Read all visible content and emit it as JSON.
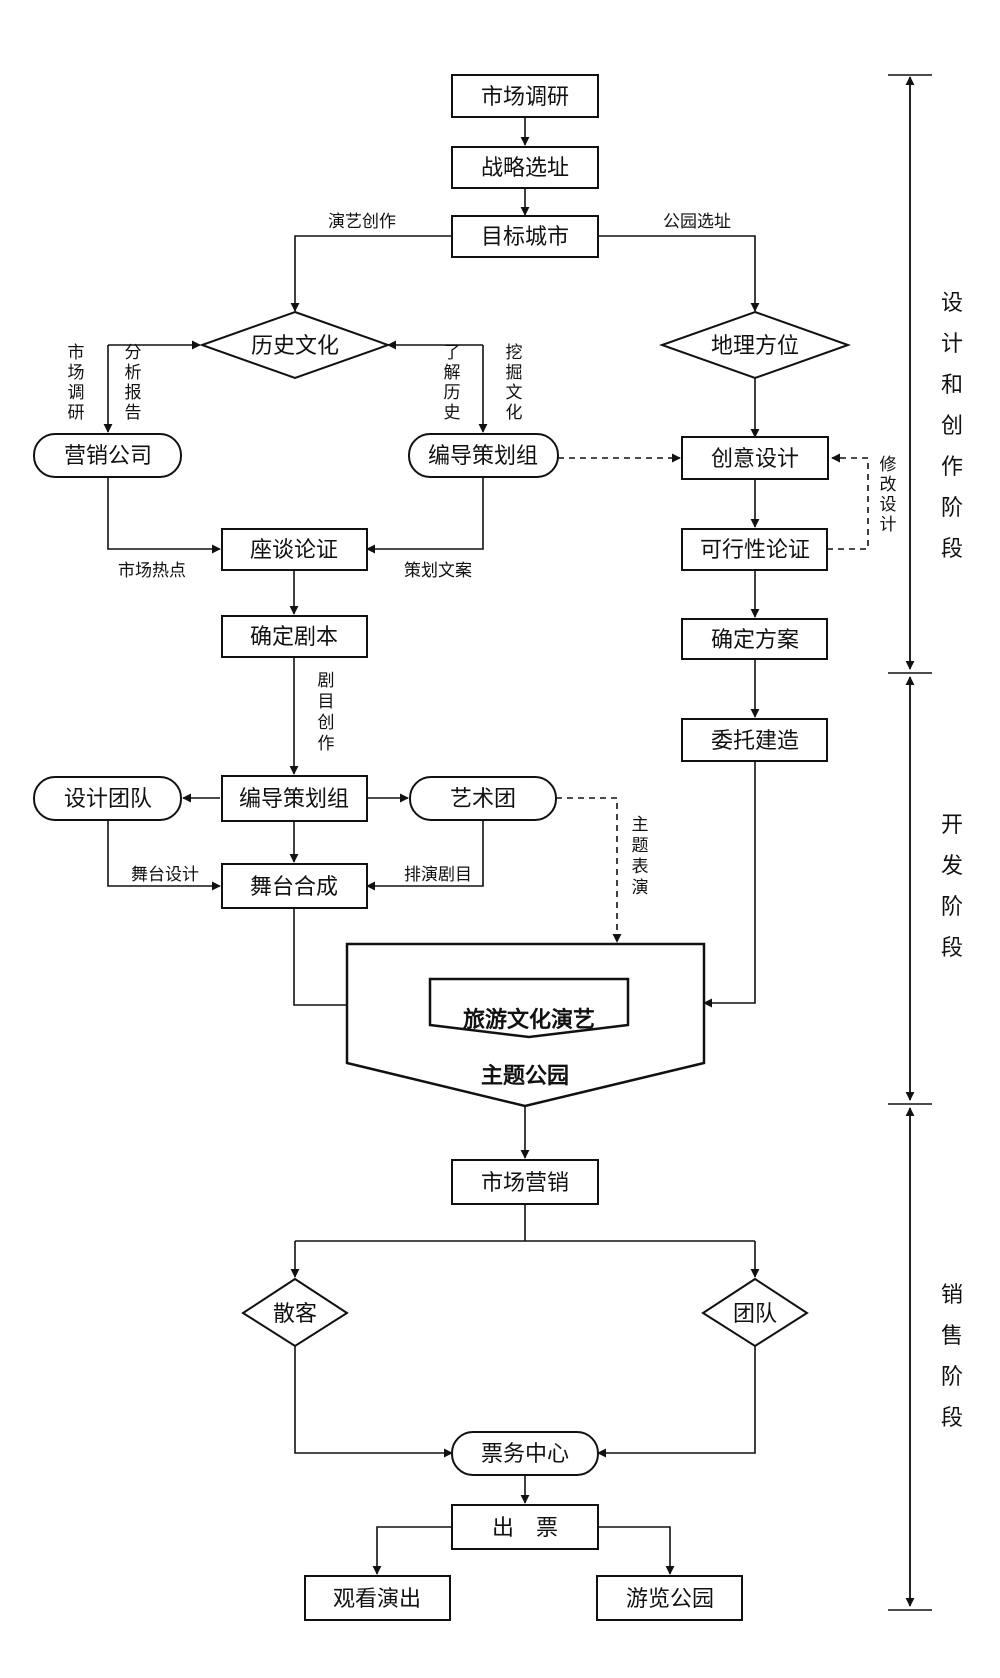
{
  "nodes": {
    "market_research": "市场调研",
    "strategic_site": "战略选址",
    "target_city": "目标城市",
    "history_culture": "历史文化",
    "geo_location": "地理方位",
    "marketing_company": "营销公司",
    "planning_group_1": "编导策划组",
    "creative_design": "创意设计",
    "seminar": "座谈论证",
    "feasibility": "可行性论证",
    "confirm_script": "确定剧本",
    "confirm_plan": "确定方案",
    "entrust_build": "委托建造",
    "design_team": "设计团队",
    "planning_group_2": "编导策划组",
    "art_troupe": "艺术团",
    "stage_synthesis": "舞台合成",
    "tourism_show": "旅游文化演艺",
    "theme_park": "主题公园",
    "marketing": "市场营销",
    "individual": "散客",
    "group": "团队",
    "ticket_center": "票务中心",
    "ticketing": "出　票",
    "watch_show": "观看演出",
    "visit_park": "游览公园"
  },
  "labels": {
    "art_creation": "演艺创作",
    "park_site": "公园选址",
    "market_research_v": "市场调研",
    "analysis_report_v": "分析报告",
    "understand_history_v": "了解历史",
    "explore_culture_v": "挖掘文化",
    "revise_design_v": "修改设计",
    "market_hotspot": "市场热点",
    "planning_doc": "策划文案",
    "play_creation_v": "剧目创作",
    "stage_design": "舞台设计",
    "rehearsal": "排演剧目",
    "theme_show_v": "主题表演"
  },
  "phases": {
    "design": "设计和创作阶段",
    "development": "开发阶段",
    "sales": "销售阶段"
  }
}
